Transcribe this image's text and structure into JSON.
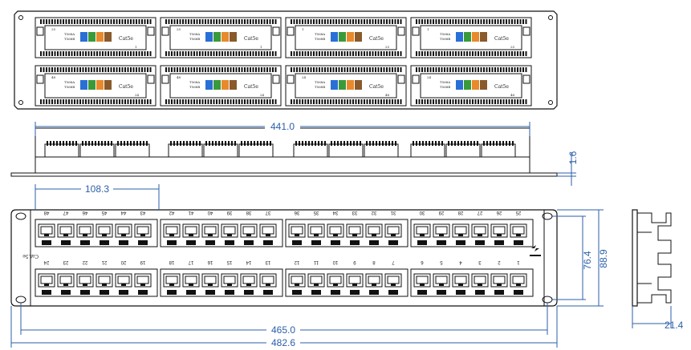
{
  "dimensions": {
    "depth_rear_length": "441.0",
    "thickness": "1.6",
    "port_block_span": "108.3",
    "mount_hole_height": "76.4",
    "panel_height": "88.9",
    "mount_width": "465.0",
    "overall_width": "482.6",
    "side_depth": "21.4"
  },
  "front": {
    "top_row_labels": [
      "48",
      "47",
      "46",
      "45",
      "44",
      "43",
      "42",
      "41",
      "40",
      "39",
      "38",
      "37",
      "36",
      "35",
      "34",
      "33",
      "32",
      "31",
      "30",
      "29",
      "28",
      "27",
      "26",
      "25"
    ],
    "bottom_row_labels": [
      "24",
      "23",
      "22",
      "21",
      "20",
      "19",
      "18",
      "17",
      "16",
      "15",
      "14",
      "13",
      "12",
      "11",
      "10",
      "9",
      "8",
      "7",
      "6",
      "5",
      "4",
      "3",
      "2",
      "1"
    ],
    "category_label": "Cat.5e"
  },
  "rear": {
    "module_labels": {
      "standard_a": "T568A",
      "standard_b": "T568B",
      "category": "Cat5e"
    },
    "top_module_pin_labels": [
      [
        "25",
        "1"
      ],
      [
        "25",
        "1"
      ],
      [
        "1",
        "25"
      ],
      [
        "1",
        "25"
      ]
    ],
    "bottom_module_pin_labels": [
      [
        "48",
        "24"
      ],
      [
        "48",
        "24"
      ],
      [
        "24",
        "48"
      ],
      [
        "24",
        "48"
      ]
    ]
  },
  "colors": {
    "ink": "#111111",
    "dimension": "#2b5fa8",
    "orange": "#e8892b",
    "green": "#3a9a3a",
    "blue": "#2a6fd6",
    "brown": "#8a5a2b"
  }
}
